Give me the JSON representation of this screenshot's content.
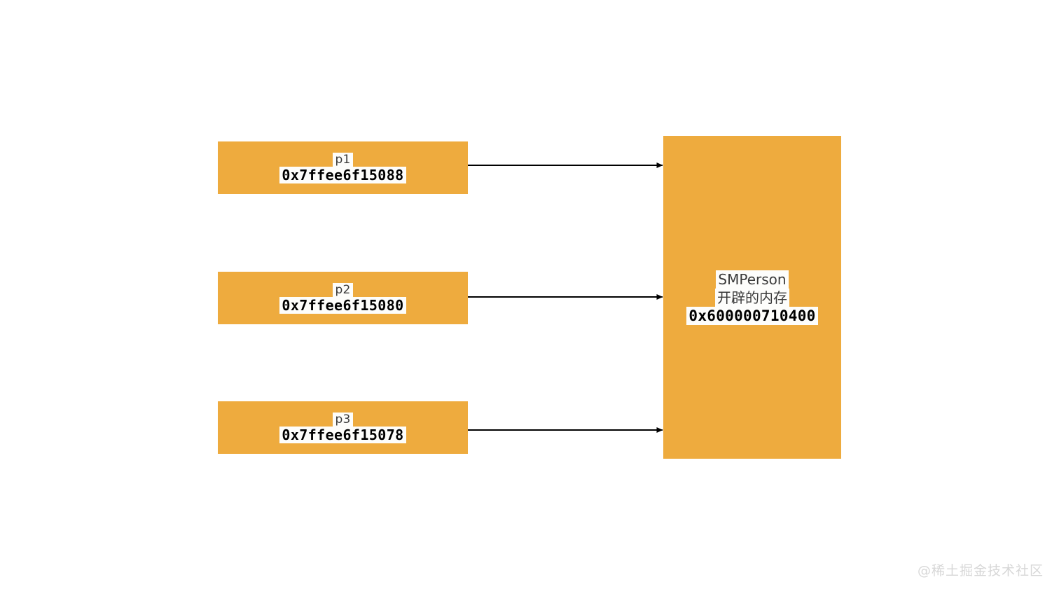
{
  "diagram": {
    "title": "Pointer to heap memory diagram",
    "colors": {
      "box_fill": "#eeab3e",
      "label_bg": "#fdfdfb",
      "label_text": "#3a3a3a",
      "address_text": "#000000",
      "arrow": "#000000",
      "background": "#ffffff",
      "watermark": "#d7d7d7"
    },
    "pointers": [
      {
        "name": "p1",
        "address": "0x7ffee6f15088"
      },
      {
        "name": "p2",
        "address": "0x7ffee6f15080"
      },
      {
        "name": "p3",
        "address": "0x7ffee6f15078"
      }
    ],
    "heap": {
      "line1": "SMPerson",
      "line2": "开辟的内存",
      "address": "0x600000710400"
    },
    "arrows": [
      {
        "from": "p1",
        "to": "heap"
      },
      {
        "from": "p2",
        "to": "heap"
      },
      {
        "from": "p3",
        "to": "heap"
      }
    ],
    "watermark": "@稀土掘金技术社区"
  }
}
